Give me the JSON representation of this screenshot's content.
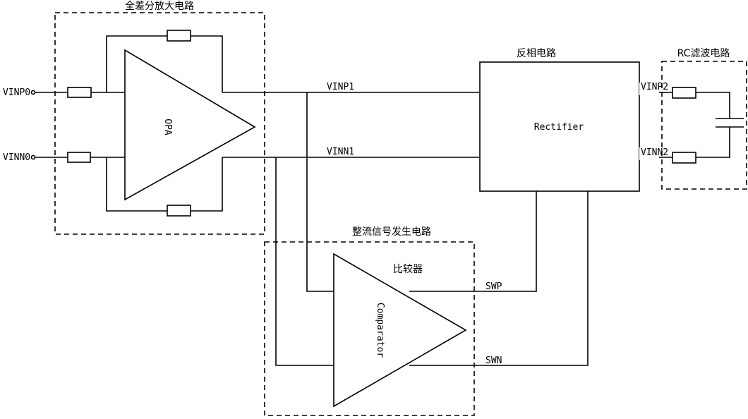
{
  "blocks": {
    "diff_amp_title": "全差分放大电路",
    "inverter_title": "反相电路",
    "rc_filter_title": "RC滤波电路",
    "rectifier_signal_title": "整流信号发生电路",
    "comparator_cn": "比较器"
  },
  "components": {
    "opa": "OPA",
    "rectifier": "Rectifier",
    "comparator": "Comparator"
  },
  "nets": {
    "vinp0": "VINP0",
    "vinn0": "VINN0",
    "vinp1": "VINP1",
    "vinn1": "VINN1",
    "vinp2": "VINP2",
    "vinn2": "VINN2",
    "swp": "SWP",
    "swn": "SWN"
  }
}
